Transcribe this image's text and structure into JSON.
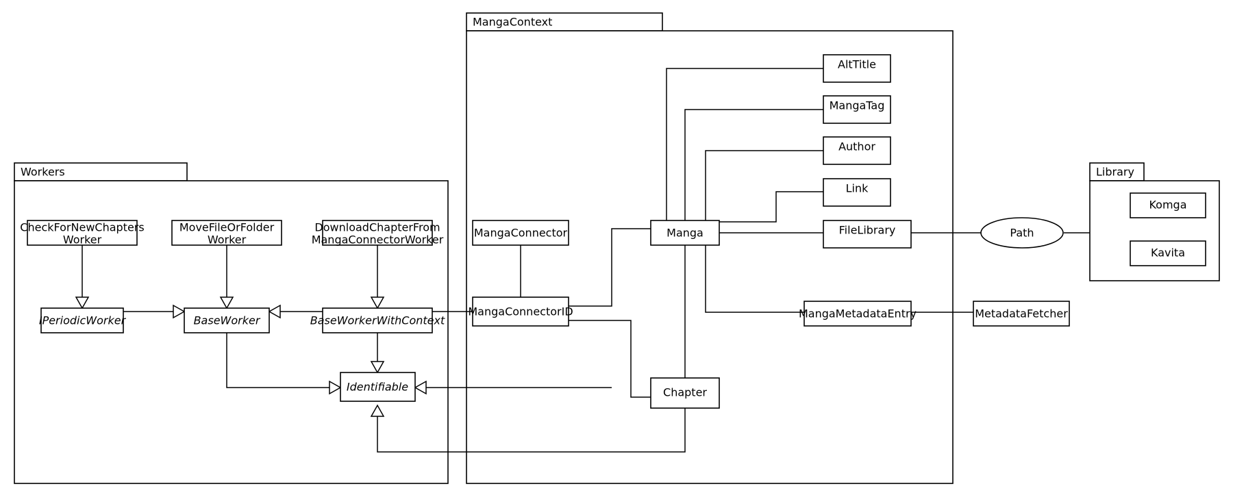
{
  "diagram": {
    "title": "Manga Library Class Diagram",
    "type": "uml-class-diagram",
    "background": "#ffffff",
    "stroke": "#000000"
  },
  "packages": [
    {
      "id": "workers",
      "label": "Workers"
    },
    {
      "id": "mangacontext",
      "label": "MangaContext"
    },
    {
      "id": "library",
      "label": "Library"
    }
  ],
  "classes": {
    "check_for_new_chapters_worker": {
      "line1": "CheckForNewChapters",
      "line2": "Worker"
    },
    "move_file_or_folder_worker": {
      "line1": "MoveFileOrFolder",
      "line2": "Worker"
    },
    "download_chapter_worker": {
      "line1": "DownloadChapterFrom",
      "line2": "MangaConnectorWorker"
    },
    "iperiodic_worker": {
      "label": "IPeriodicWorker"
    },
    "base_worker": {
      "label": "BaseWorker"
    },
    "base_worker_with_context": {
      "label": "BaseWorkerWithContext"
    },
    "identifiable": {
      "label": "Identifiable"
    },
    "manga_connector": {
      "label": "MangaConnector"
    },
    "manga_connector_id": {
      "label": "MangaConnectorID"
    },
    "manga": {
      "label": "Manga"
    },
    "chapter": {
      "label": "Chapter"
    },
    "alt_title": {
      "label": "AltTitle"
    },
    "manga_tag": {
      "label": "MangaTag"
    },
    "author": {
      "label": "Author"
    },
    "link": {
      "label": "Link"
    },
    "file_library": {
      "label": "FileLibrary"
    },
    "manga_metadata_entry": {
      "label": "MangaMetadataEntry"
    },
    "metadata_fetcher": {
      "label": "MetadataFetcher"
    },
    "path": {
      "label": "Path"
    },
    "komga": {
      "label": "Komga"
    },
    "kavita": {
      "label": "Kavita"
    }
  },
  "relationships": [
    {
      "from": "check_for_new_chapters_worker",
      "to": "iperiodic_worker",
      "kind": "generalization"
    },
    {
      "from": "move_file_or_folder_worker",
      "to": "base_worker",
      "kind": "generalization"
    },
    {
      "from": "download_chapter_worker",
      "to": "base_worker_with_context",
      "kind": "generalization"
    },
    {
      "from": "iperiodic_worker",
      "to": "base_worker",
      "kind": "generalization"
    },
    {
      "from": "base_worker_with_context",
      "to": "base_worker",
      "kind": "generalization"
    },
    {
      "from": "base_worker",
      "to": "identifiable",
      "kind": "generalization"
    },
    {
      "from": "base_worker_with_context",
      "to": "identifiable",
      "kind": "generalization"
    },
    {
      "from": "manga_connector_id",
      "to": "identifiable",
      "kind": "generalization"
    },
    {
      "from": "chapter",
      "to": "identifiable",
      "kind": "generalization"
    },
    {
      "from": "manga_connector",
      "to": "manga_connector_id",
      "kind": "association"
    },
    {
      "from": "manga_connector_id",
      "to": "manga",
      "kind": "association"
    },
    {
      "from": "manga_connector_id",
      "to": "chapter",
      "kind": "association"
    },
    {
      "from": "manga",
      "to": "chapter",
      "kind": "association"
    },
    {
      "from": "manga",
      "to": "alt_title",
      "kind": "association"
    },
    {
      "from": "manga",
      "to": "manga_tag",
      "kind": "association"
    },
    {
      "from": "manga",
      "to": "author",
      "kind": "association"
    },
    {
      "from": "manga",
      "to": "link",
      "kind": "association"
    },
    {
      "from": "manga",
      "to": "file_library",
      "kind": "association"
    },
    {
      "from": "manga",
      "to": "manga_metadata_entry",
      "kind": "association"
    },
    {
      "from": "manga_metadata_entry",
      "to": "metadata_fetcher",
      "kind": "association"
    },
    {
      "from": "file_library",
      "to": "path",
      "kind": "association"
    },
    {
      "from": "path",
      "to": "library",
      "kind": "association"
    }
  ]
}
